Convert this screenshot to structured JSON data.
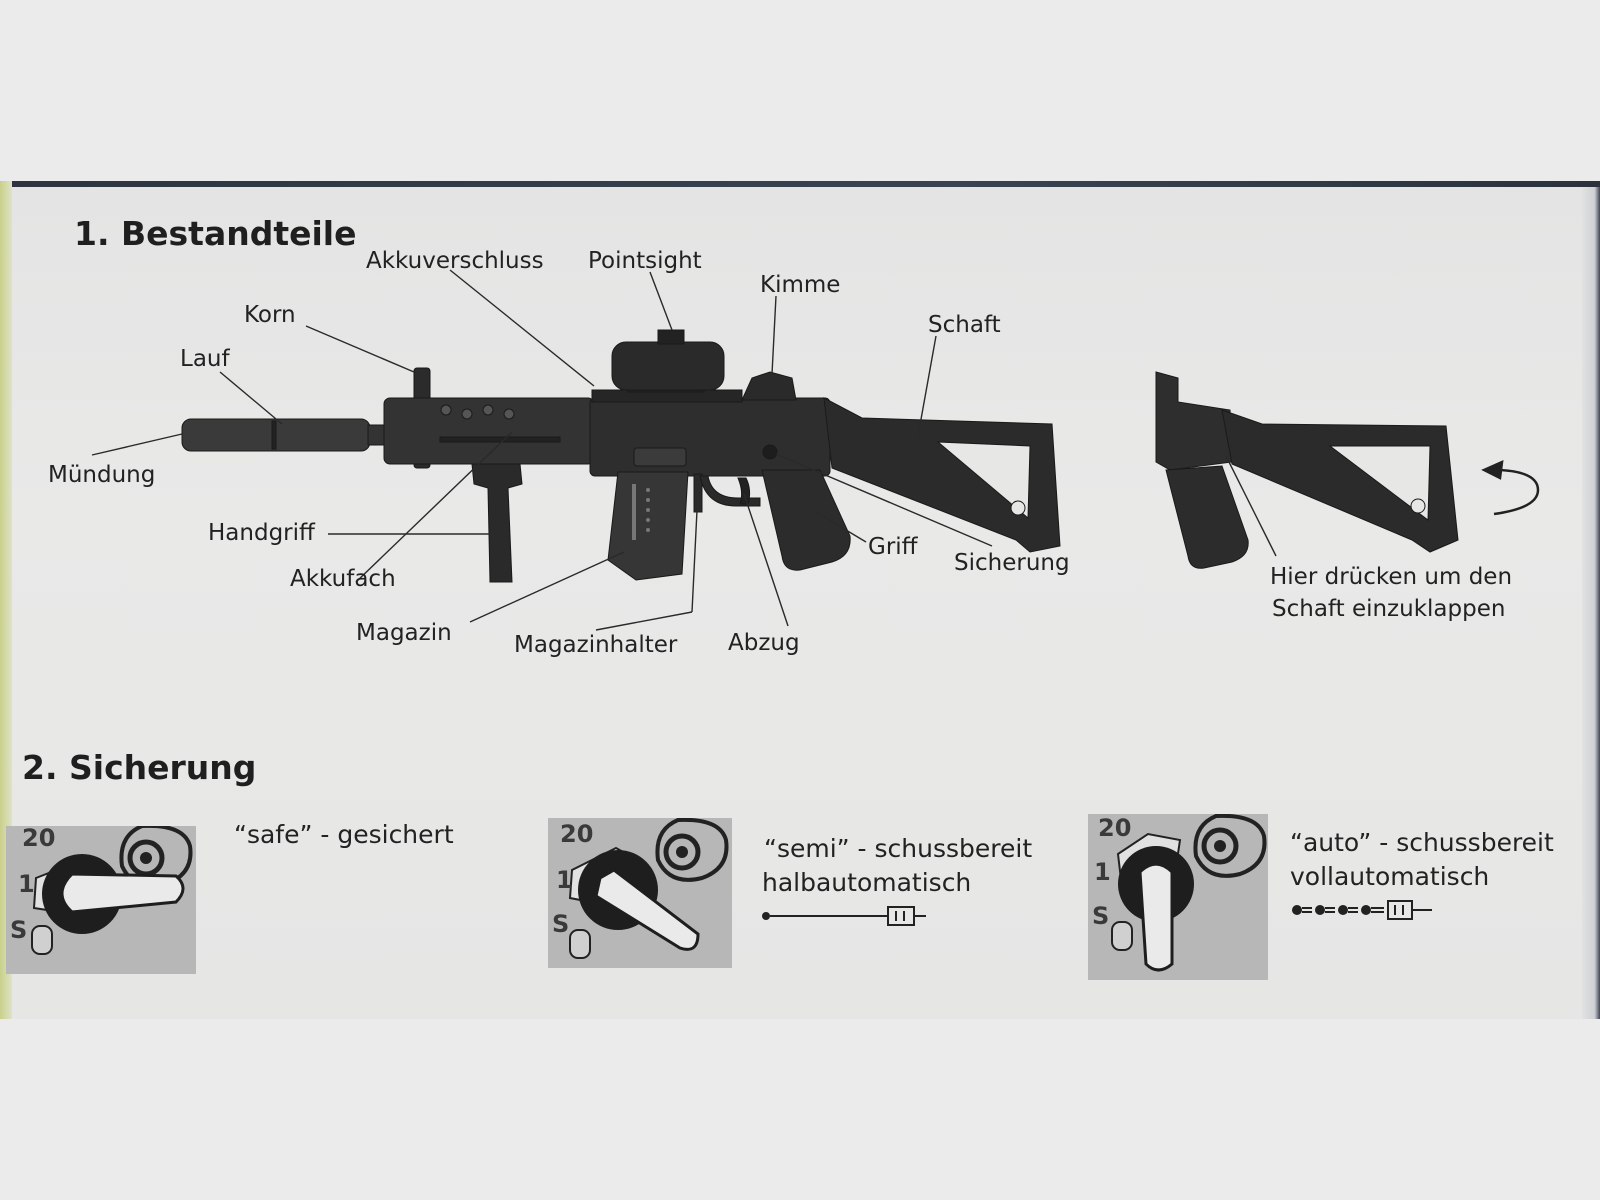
{
  "sections": {
    "components": {
      "number": "1.",
      "title": "Bestandteile",
      "labels": {
        "akkuverschluss": "Akkuverschluss",
        "pointsight": "Pointsight",
        "kimme": "Kimme",
        "korn": "Korn",
        "schaft": "Schaft",
        "lauf": "Lauf",
        "muendung": "Mündung",
        "handgriff": "Handgriff",
        "akkufach": "Akkufach",
        "magazin": "Magazin",
        "magazinhalter": "Magazinhalter",
        "abzug": "Abzug",
        "griff": "Griff",
        "sicherung": "Sicherung"
      },
      "fold_note_line1": "Hier drücken um den",
      "fold_note_line2": "Schaft einzuklappen"
    },
    "safety": {
      "number": "2.",
      "title": "Sicherung",
      "selector_marks": {
        "full": "20",
        "single": "1",
        "safe": "S"
      },
      "modes": [
        {
          "line1": "“safe” - gesichert",
          "line2": ""
        },
        {
          "line1": "“semi” - schussbereit",
          "line2": "halbautomatisch"
        },
        {
          "line1": "“auto” - schussbereit",
          "line2": "vollautomatisch"
        }
      ]
    }
  },
  "colors": {
    "page": "#e7e7e6",
    "ink": "#222222",
    "rifle": "#2a2a2a",
    "selector_bg": "#b7b7b7"
  },
  "icons": [
    "rifle-illustration",
    "folded-stock-illustration",
    "rotate-arrow-icon",
    "selector-lever-icon",
    "single-shot-icon",
    "burst-fire-icon"
  ]
}
